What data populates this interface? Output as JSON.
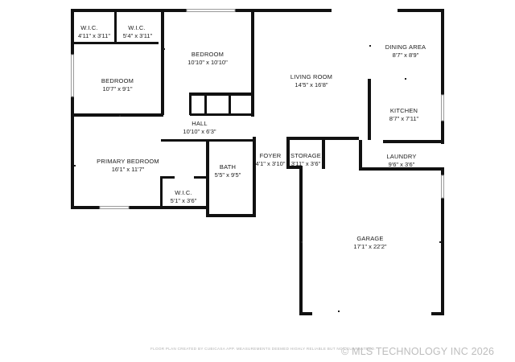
{
  "rooms": [
    {
      "key": "wic1",
      "name": "W.I.C.",
      "dims": "4'11\" x 3'11\""
    },
    {
      "key": "wic2",
      "name": "W.I.C.",
      "dims": "5'4\" x 3'11\""
    },
    {
      "key": "bedroom_top",
      "name": "BEDROOM",
      "dims": "10'10\" x 10'10\""
    },
    {
      "key": "bedroom_left",
      "name": "BEDROOM",
      "dims": "10'7\" x 9'1\""
    },
    {
      "key": "hall",
      "name": "HALL",
      "dims": "10'10\" x 6'3\""
    },
    {
      "key": "primary_bedroom",
      "name": "PRIMARY BEDROOM",
      "dims": "16'1\" x 11'7\""
    },
    {
      "key": "wic3",
      "name": "W.I.C.",
      "dims": "5'1\" x 3'6\""
    },
    {
      "key": "bath",
      "name": "BATH",
      "dims": "5'5\" x 9'5\""
    },
    {
      "key": "living_room",
      "name": "LIVING ROOM",
      "dims": "14'5\" x 16'8\""
    },
    {
      "key": "foyer",
      "name": "FOYER",
      "dims": "4'1\" x 3'10\""
    },
    {
      "key": "storage",
      "name": "STORAGE",
      "dims": "3'11\" x 3'6\""
    },
    {
      "key": "dining_area",
      "name": "DINING AREA",
      "dims": "8'7\" x 8'9\""
    },
    {
      "key": "kitchen",
      "name": "KITCHEN",
      "dims": "8'7\" x 7'11\""
    },
    {
      "key": "laundry",
      "name": "LAUNDRY",
      "dims": "9'6\" x 3'6\""
    },
    {
      "key": "garage",
      "name": "GARAGE",
      "dims": "17'1\" x 22'2\""
    }
  ],
  "footer": {
    "disclaimer": "FLOOR PLAN CREATED BY CUBICASA APP. MEASUREMENTS DEEMED HIGHLY RELIABLE BUT NOT GUARANTEED.",
    "watermark": "© MLS TECHNOLOGY INC 2026"
  }
}
